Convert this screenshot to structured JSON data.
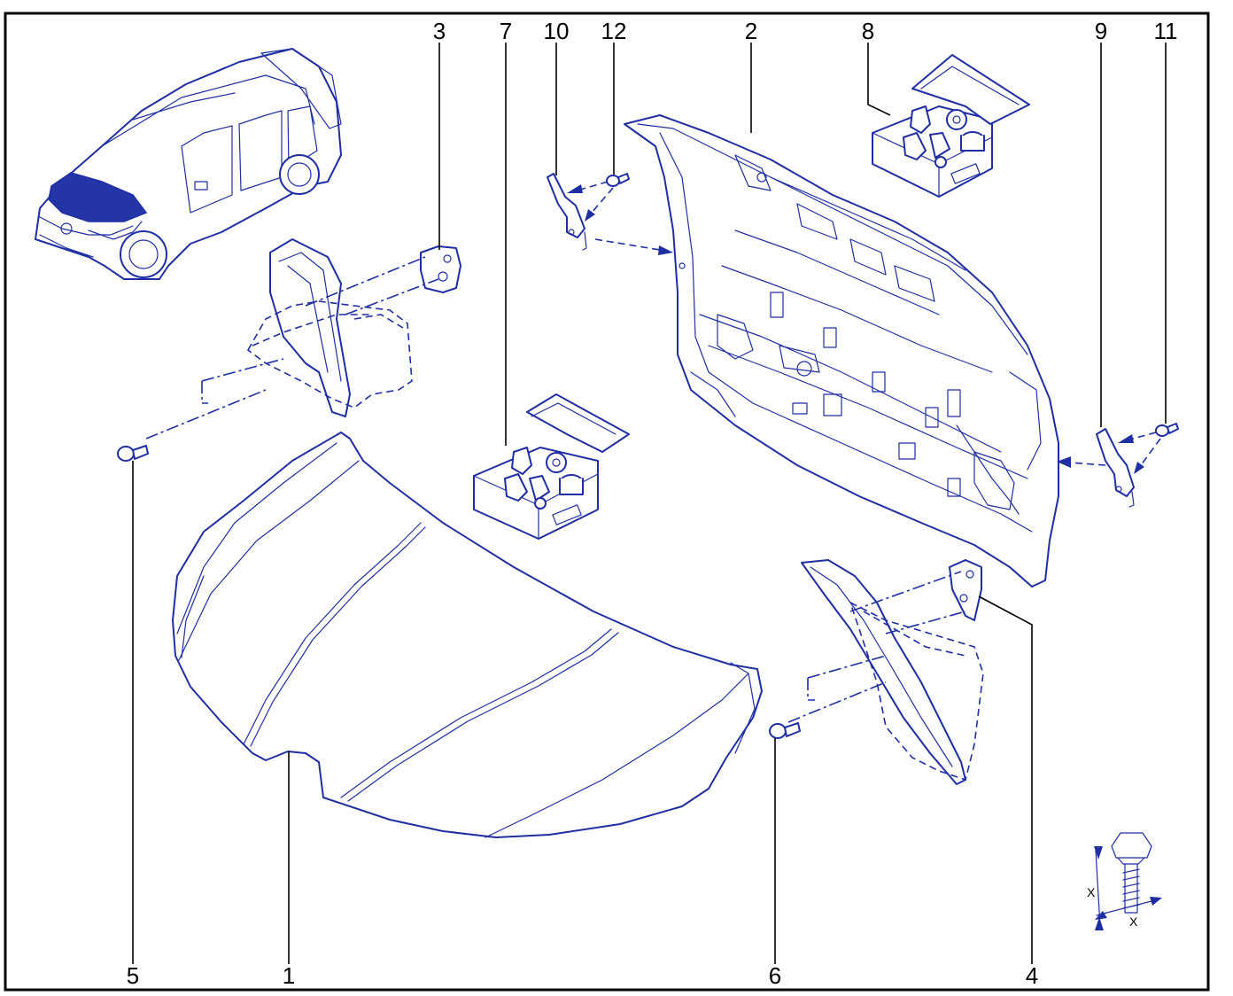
{
  "colors": {
    "ink": "#1f2fa3",
    "frame": "#000000",
    "hood_fill": "#2435a8"
  },
  "callouts": {
    "c1": "1",
    "c2": "2",
    "c3": "3",
    "c4": "4",
    "c5": "5",
    "c6": "6",
    "c7": "7",
    "c8": "8",
    "c9": "9",
    "c10": "10",
    "c11": "11",
    "c12": "12"
  },
  "dimension": {
    "x_vertical": "X",
    "x_horizontal": "X"
  },
  "icons": {
    "vehicle": "car-icon",
    "kit": "fastener-box-icon",
    "bolt": "bolt-icon"
  }
}
